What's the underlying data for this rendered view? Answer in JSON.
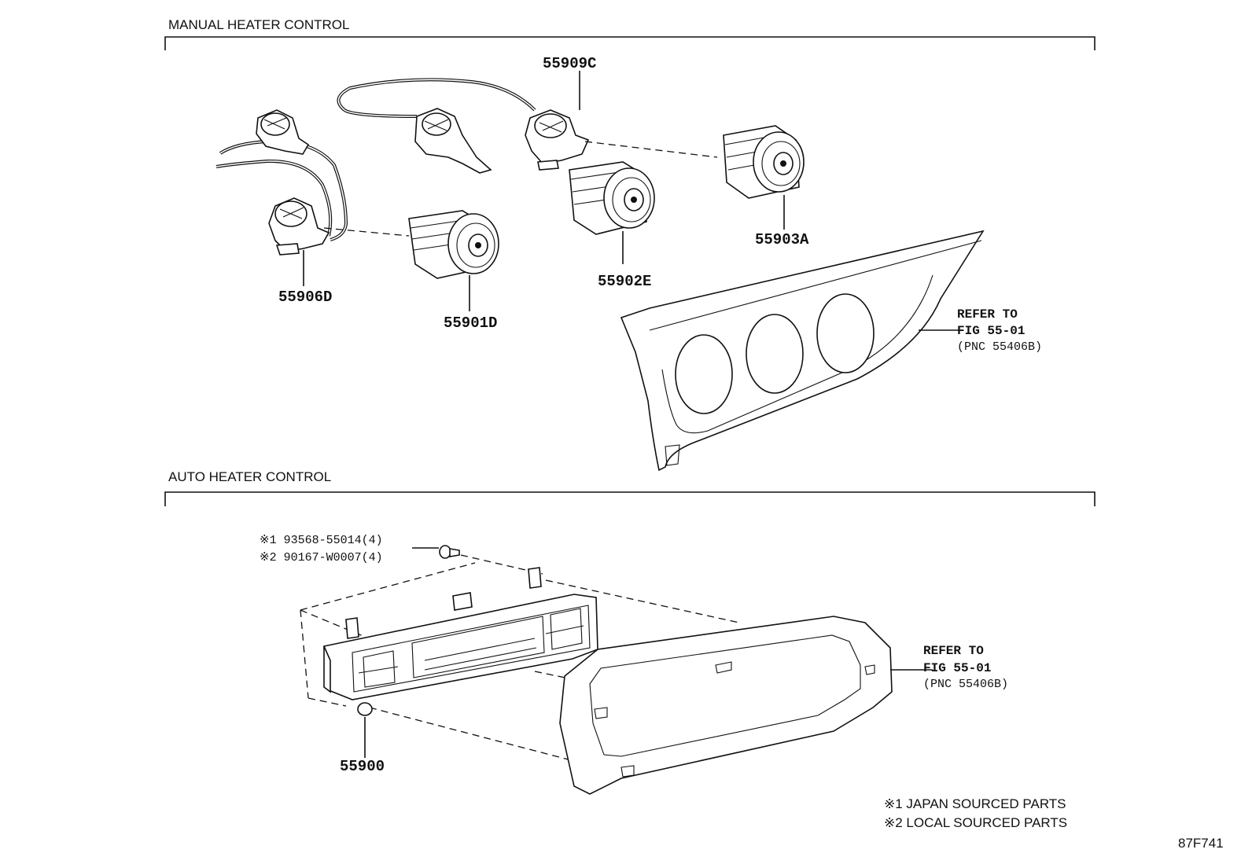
{
  "sections": {
    "manual": {
      "title": "MANUAL HEATER CONTROL"
    },
    "auto": {
      "title": "AUTO HEATER CONTROL"
    }
  },
  "parts": {
    "p55909C": "55909C",
    "p55903A": "55903A",
    "p55906D": "55906D",
    "p55901D": "55901D",
    "p55902E": "55902E",
    "p55900": "55900",
    "screw1": "※1 93568-55014(4)",
    "screw2": "※2 90167-W0007(4)"
  },
  "refs": {
    "manual_panel": {
      "line1": "REFER TO",
      "line2": "FIG 55-01",
      "line3": "(PNC 55406B)"
    },
    "auto_panel": {
      "line1": "REFER TO",
      "line2": "FIG 55-01",
      "line3": "(PNC 55406B)"
    }
  },
  "notes": {
    "note1": "※1 JAPAN SOURCED PARTS",
    "note2": "※2 LOCAL SOURCED PARTS"
  },
  "figure_id": "87F741"
}
